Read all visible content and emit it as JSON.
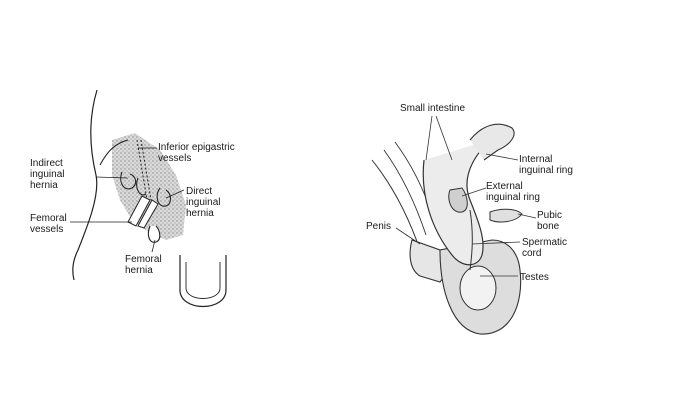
{
  "left_figure": {
    "labels": {
      "inferior_epigastric": "Inferior epigastric\nvessels",
      "indirect_inguinal": "Indirect\ninguinal\nhernia",
      "direct_inguinal": "Direct\ninguinal\nhernia",
      "femoral_vessels": "Femoral\nvessels",
      "femoral_hernia": "Femoral\nhernia"
    }
  },
  "right_figure": {
    "labels": {
      "small_intestine": "Small intestine",
      "internal_ring": "Internal\ninguinal ring",
      "external_ring": "External\ninguinal ring",
      "pubic_bone": "Pubic\nbone",
      "penis": "Penis",
      "spermatic_cord": "Spermatic\ncord",
      "testes": "Testes"
    }
  },
  "colors": {
    "line": "#222222",
    "shade": "#c8c8c8",
    "tissue": "#e6e6e6"
  }
}
